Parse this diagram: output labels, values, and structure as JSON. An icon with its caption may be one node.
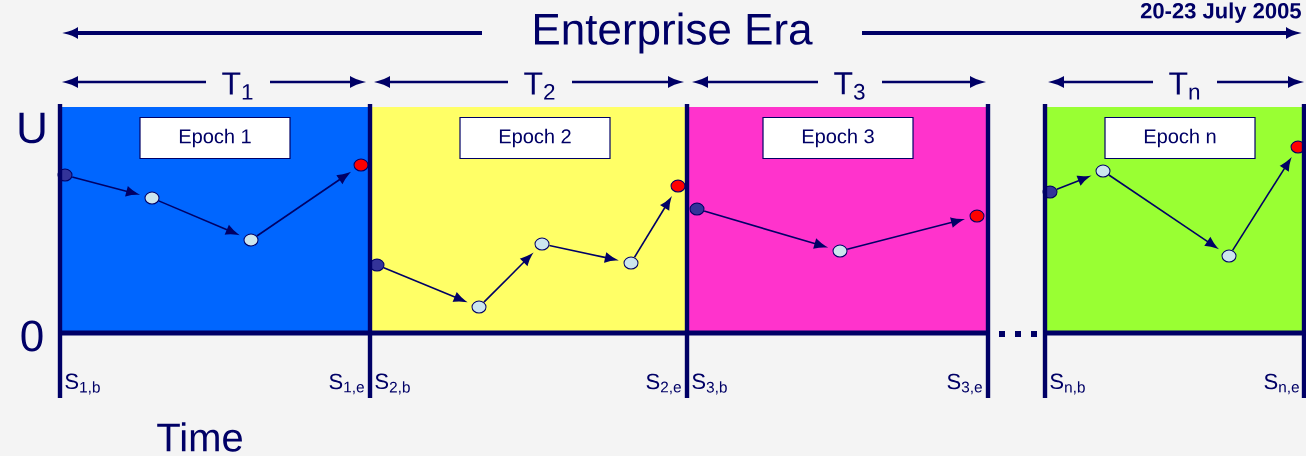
{
  "diagram": {
    "nodes": [
      {
        "text": [],
        "shape": "box"
      },
      {
        "text": [
          "Epoch 1"
        ],
        "in": 0
      },
      {
        "text": [],
        "shape": "circle",
        "in": 0
      },
      {
        "text": [],
        "shape": "circle",
        "in": 0
      },
      {
        "text": [],
        "shape": "circle",
        "in": 0
      },
      {
        "text": [],
        "shape": "circle",
        "in": 0
      },
      {
        "text": [],
        "shape": "box"
      },
      {
        "text": [
          "Epoch 2"
        ],
        "in": 6
      },
      {
        "text": [],
        "shape": "circle",
        "in": 6
      },
      {
        "text": [],
        "shape": "circle",
        "in": 6
      },
      {
        "text": [],
        "shape": "circle",
        "in": 6
      },
      {
        "text": [],
        "shape": "circle",
        "in": 6
      },
      {
        "text": [],
        "shape": "circle",
        "in": 6
      },
      {
        "text": [],
        "shape": "box"
      },
      {
        "text": [
          "Epoch 3"
        ],
        "in": 13
      },
      {
        "text": [],
        "shape": "circle",
        "in": 13
      },
      {
        "text": [],
        "shape": "circle",
        "in": 13
      },
      {
        "text": [],
        "shape": "circle",
        "in": 13
      },
      {
        "text": [],
        "shape": "box"
      },
      {
        "text": [
          "Epoch n"
        ],
        "in": 18
      },
      {
        "text": [],
        "shape": "circle",
        "in": 18
      },
      {
        "text": [],
        "shape": "circle",
        "in": 18
      },
      {
        "text": [],
        "shape": "circle",
        "in": 18
      },
      {
        "text": [],
        "shape": "circle",
        "in": 18
      }
    ],
    "edges": [
      {
        "from": 2,
        "to": 3,
        "arrow": "to"
      },
      {
        "from": 3,
        "to": 4,
        "arrow": "to"
      },
      {
        "from": 4,
        "to": 5,
        "arrow": "to"
      },
      {
        "from": 8,
        "to": 9,
        "arrow": "to"
      },
      {
        "from": 9,
        "to": 10,
        "arrow": "to"
      },
      {
        "from": 10,
        "to": 11,
        "arrow": "to"
      },
      {
        "from": 11,
        "to": 12,
        "arrow": "to"
      },
      {
        "from": 15,
        "to": 16,
        "arrow": "to"
      },
      {
        "from": 16,
        "to": 17,
        "arrow": "to"
      },
      {
        "from": 20,
        "to": 21,
        "arrow": "to"
      },
      {
        "from": 21,
        "to": 22,
        "arrow": "to"
      },
      {
        "from": 22,
        "to": 23,
        "arrow": "to"
      }
    ],
    "labels": [
      "20-23 July 2005",
      "Enterprise Era",
      "T$_{1}$",
      "T$_{2}$",
      "T$_{3}$",
      "T$_{n}$",
      "U",
      "0",
      "S$_{1,b}$",
      "S$_{1,e}$",
      "S$_{2,b}$",
      "S$_{2,e}$",
      "S$_{3,b}$",
      "S$_{3,e}$",
      "S$_{n,b}$",
      "S$_{n,e}$",
      "Time"
    ]
  }
}
